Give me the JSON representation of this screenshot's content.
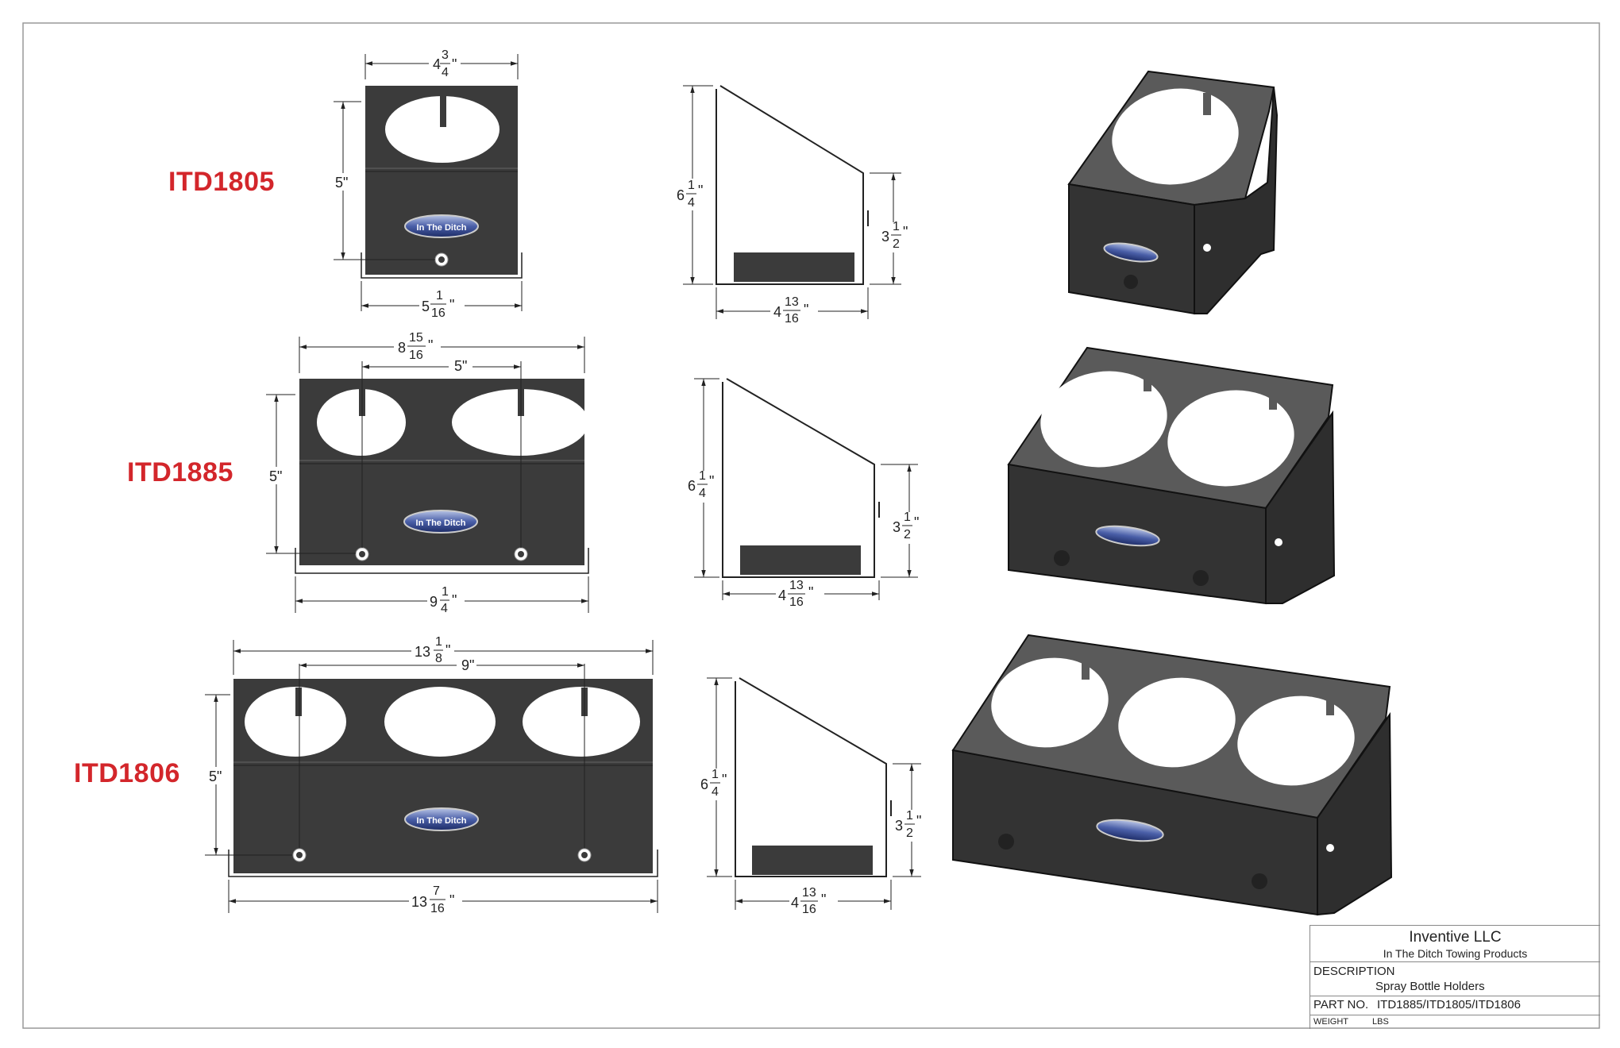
{
  "parts": {
    "p1": {
      "name": "ITD1805"
    },
    "p2": {
      "name": "ITD1885"
    },
    "p3": {
      "name": "ITD1806"
    }
  },
  "dimensions": {
    "p1_top_w": {
      "whole": "4",
      "num": "3",
      "den": "4"
    },
    "p1_h": "5\"",
    "p1_bot_w": {
      "whole": "5",
      "num": "1",
      "den": "16"
    },
    "p2_top_w": {
      "whole": "8",
      "num": "15",
      "den": "16"
    },
    "p2_spacing": "5\"",
    "p2_h": "5\"",
    "p2_bot_w": {
      "whole": "9",
      "num": "1",
      "den": "4"
    },
    "p3_top_w": {
      "whole": "13",
      "num": "1",
      "den": "8"
    },
    "p3_spacing": "9\"",
    "p3_h": "5\"",
    "p3_bot_w": {
      "whole": "13",
      "num": "7",
      "den": "16"
    },
    "side_h": {
      "whole": "6",
      "num": "1",
      "den": "4"
    },
    "side_front_h": {
      "whole": "3",
      "num": "1",
      "den": "2"
    },
    "side_depth": {
      "whole": "4",
      "num": "13",
      "den": "16"
    },
    "inch_mark": "\""
  },
  "badge": {
    "text": "In The Ditch"
  },
  "title_block": {
    "company": "Inventive LLC",
    "subtitle": "In The Ditch Towing Products",
    "description_label": "DESCRIPTION",
    "description_value": "Spray Bottle Holders",
    "part_no_label": "PART NO.",
    "part_no_value": "ITD1885/ITD1805/ITD1806",
    "weight_label": "WEIGHT",
    "weight_unit": "LBS"
  },
  "colors": {
    "label_red": "#d3262b",
    "metal": "#3b3b3b",
    "metal_top": "#5a5a5a"
  }
}
